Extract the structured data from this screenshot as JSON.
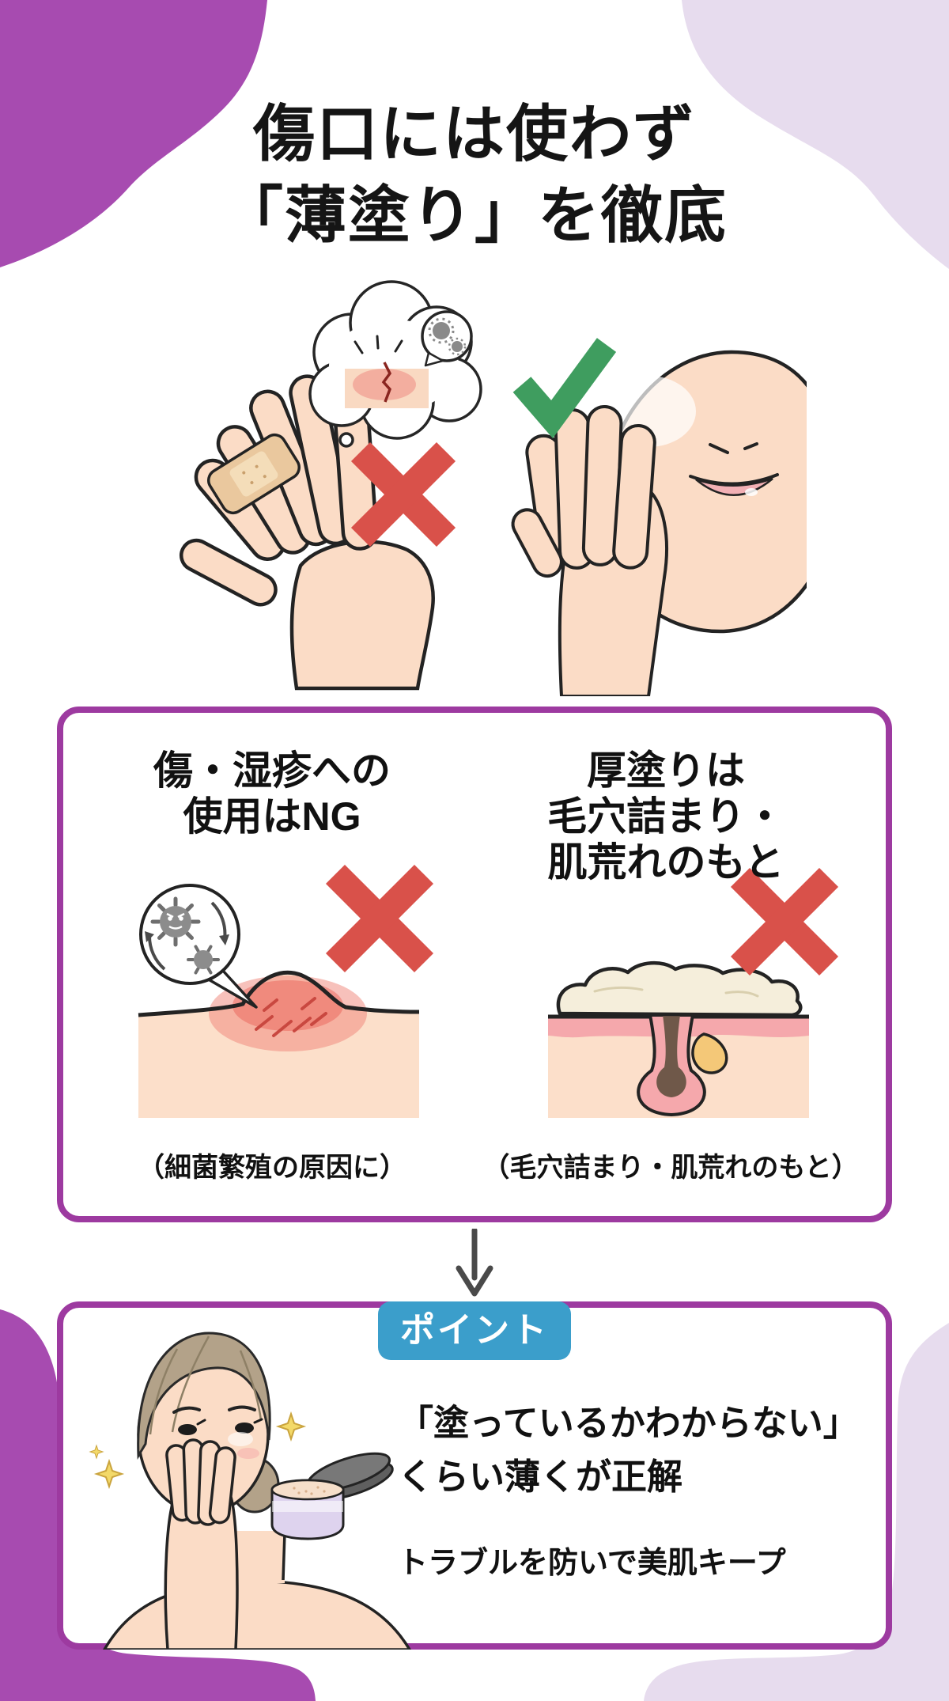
{
  "colors": {
    "accent_purple": "#a74bb0",
    "light_purple": "#e7dcee",
    "box_border_purple": "#9d3aa0",
    "badge_blue": "#3b9ecb",
    "ng_red": "#d9514a",
    "ok_green": "#3f9d5f",
    "skin": "#fbdcc6",
    "text": "#141414"
  },
  "title": {
    "line1": "傷口には使わず",
    "line2": "「薄塗り」を徹底"
  },
  "hero": {
    "ng_icon": "red-cross",
    "ok_icon": "green-check",
    "left_illustration": "bandaged-hand-with-wound-thought-bubble",
    "right_illustration": "hand-applying-powder-to-face"
  },
  "ng_section": {
    "left": {
      "heading": [
        "傷・湿疹への",
        "使用はNG"
      ],
      "caption": "（細菌繁殖の原因に）",
      "illustration": "germs-over-inflamed-skin",
      "mark": "red-cross"
    },
    "right": {
      "heading": [
        "厚塗りは",
        "毛穴詰まり・",
        "肌荒れのもと"
      ],
      "caption": "（毛穴詰まり・肌荒れのもと）",
      "illustration": "thick-cream-clogged-pore",
      "mark": "red-cross"
    }
  },
  "arrow_icon": "down-arrow",
  "point_section": {
    "badge": "ポイント",
    "line1": "「塗っているかわからない」",
    "line2": "くらい薄くが正解",
    "line3": "トラブルを防いで美肌キープ",
    "illustration": "woman-touching-cheek-with-powder-jar"
  }
}
